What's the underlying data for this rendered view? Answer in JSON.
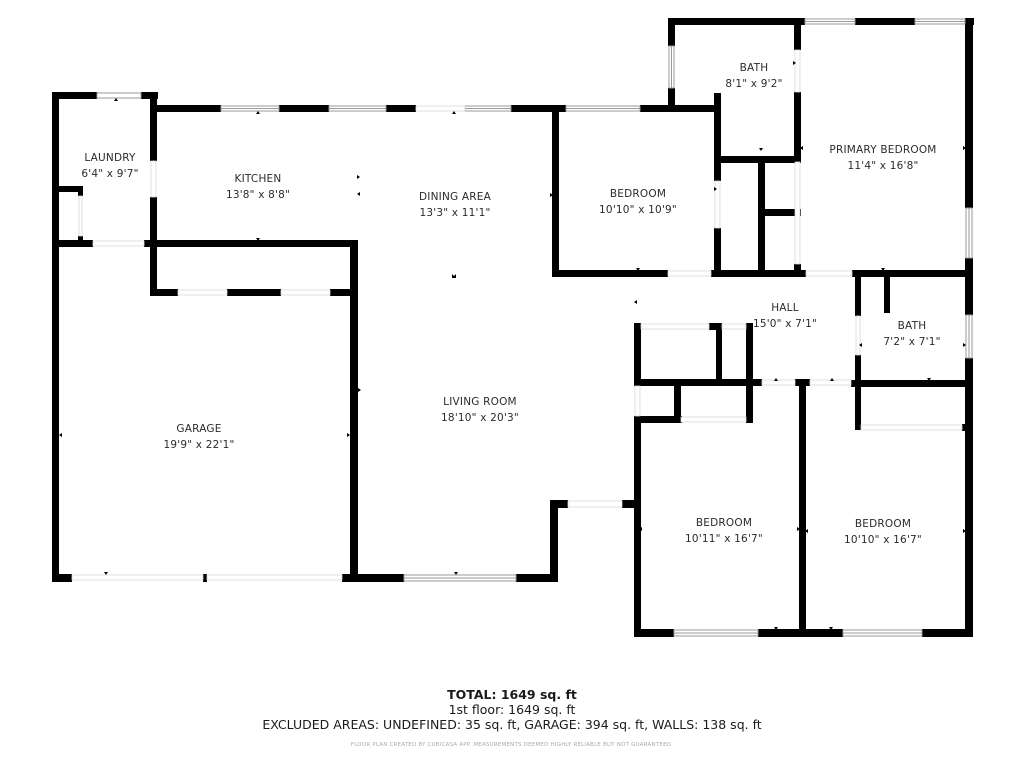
{
  "rooms": {
    "laundry": {
      "name": "LAUNDRY",
      "dims": "6'4\" x 9'7\""
    },
    "kitchen": {
      "name": "KITCHEN",
      "dims": "13'8\" x 8'8\""
    },
    "dining": {
      "name": "DINING AREA",
      "dims": "13'3\" x 11'1\""
    },
    "bedroom_nw": {
      "name": "BEDROOM",
      "dims": "10'10\" x 10'9\""
    },
    "bath_primary": {
      "name": "BATH",
      "dims": "8'1\" x 9'2\""
    },
    "primary_bedroom": {
      "name": "PRIMARY BEDROOM",
      "dims": "11'4\" x 16'8\""
    },
    "hall": {
      "name": "HALL",
      "dims": "15'0\" x 7'1\""
    },
    "bath_hall": {
      "name": "BATH",
      "dims": "7'2\" x 7'1\""
    },
    "garage": {
      "name": "GARAGE",
      "dims": "19'9\" x 22'1\""
    },
    "living": {
      "name": "LIVING ROOM",
      "dims": "18'10\" x 20'3\""
    },
    "bedroom_sw": {
      "name": "BEDROOM",
      "dims": "10'11\" x 16'7\""
    },
    "bedroom_se": {
      "name": "BEDROOM",
      "dims": "10'10\" x 16'7\""
    }
  },
  "summary": {
    "total": "TOTAL: 1649 sq. ft",
    "floor": "1st floor: 1649 sq. ft",
    "excluded": "EXCLUDED AREAS: UNDEFINED: 35 sq. ft, GARAGE: 394 sq. ft, WALLS: 138 sq. ft",
    "disclaimer": "FLOOR PLAN CREATED BY CUBICASA APP. MEASUREMENTS DEEMED HIGHLY RELIABLE BUT NOT GUARANTEED."
  },
  "colors": {
    "wall": "#000000",
    "background": "#ffffff",
    "text": "#2b2b2b",
    "disclaimer": "#aaaaaa"
  }
}
